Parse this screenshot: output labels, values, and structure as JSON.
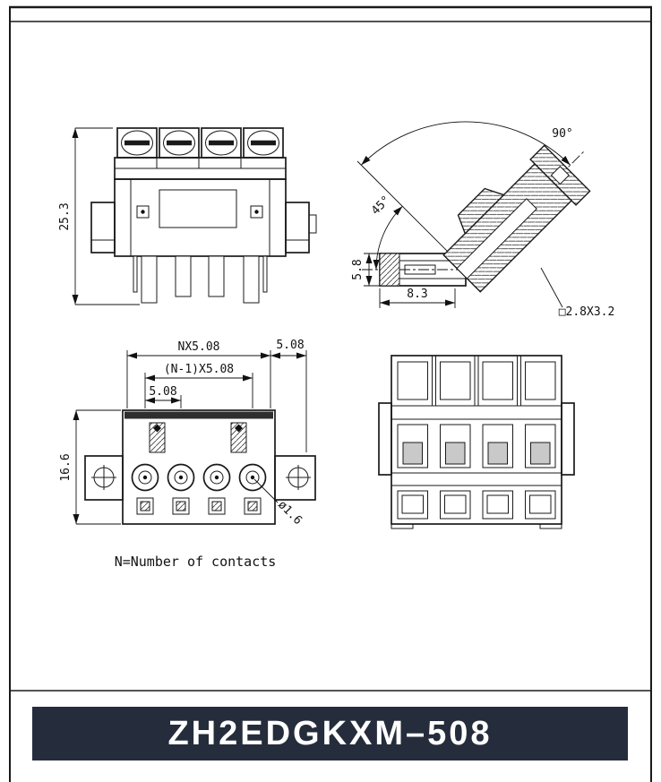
{
  "page": {
    "bg": "#ffffff",
    "line_color": "#1a1a1a"
  },
  "banner": {
    "label": "ZH2EDGKXM–508",
    "bg": "#252d3c",
    "text_color": "#ffffff"
  },
  "front_view": {
    "height_dim": "25.3"
  },
  "side_view": {
    "angle_full": "90°",
    "angle_half": "45°",
    "height_dim": "5.8",
    "depth_dim": "8.3",
    "hole_dim": "□2.8X3.2"
  },
  "plan_view": {
    "pitch_total": "NX5.08",
    "end_offset": "5.08",
    "pitch_n1": "(N-1)X5.08",
    "pitch_single": "5.08",
    "height_dim": "16.6",
    "hole_dia": "ø1.6",
    "note": "N=Number of contacts"
  }
}
